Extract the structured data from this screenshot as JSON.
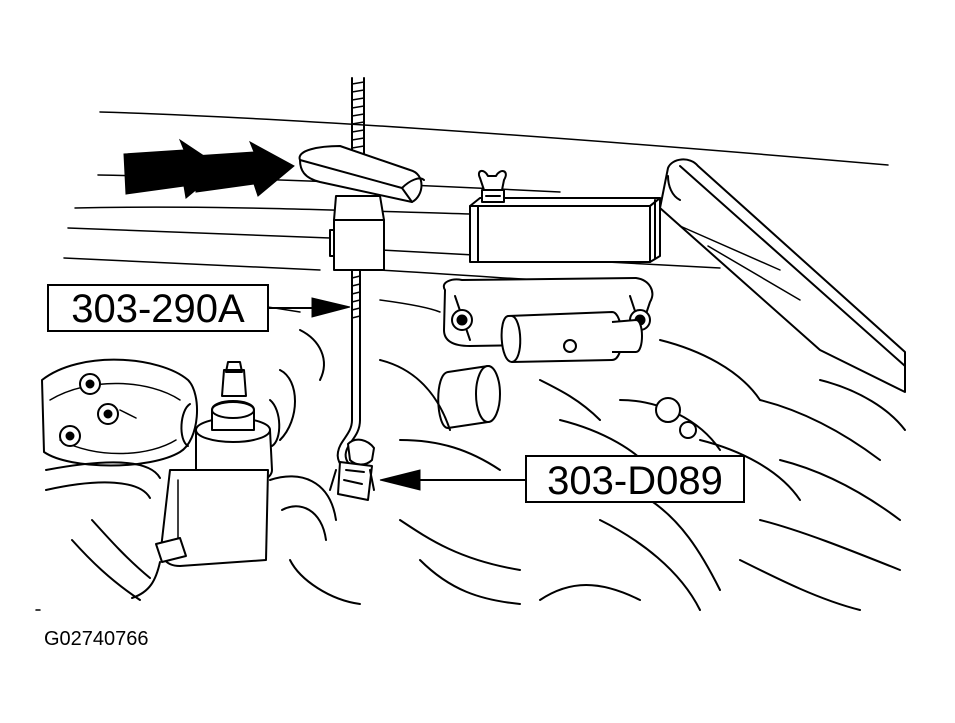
{
  "callouts": [
    {
      "label": "303-290A"
    },
    {
      "label": "303-D089"
    }
  ],
  "figure_id": "G02740766",
  "colors": {
    "line": "#000000",
    "background": "#ffffff"
  }
}
